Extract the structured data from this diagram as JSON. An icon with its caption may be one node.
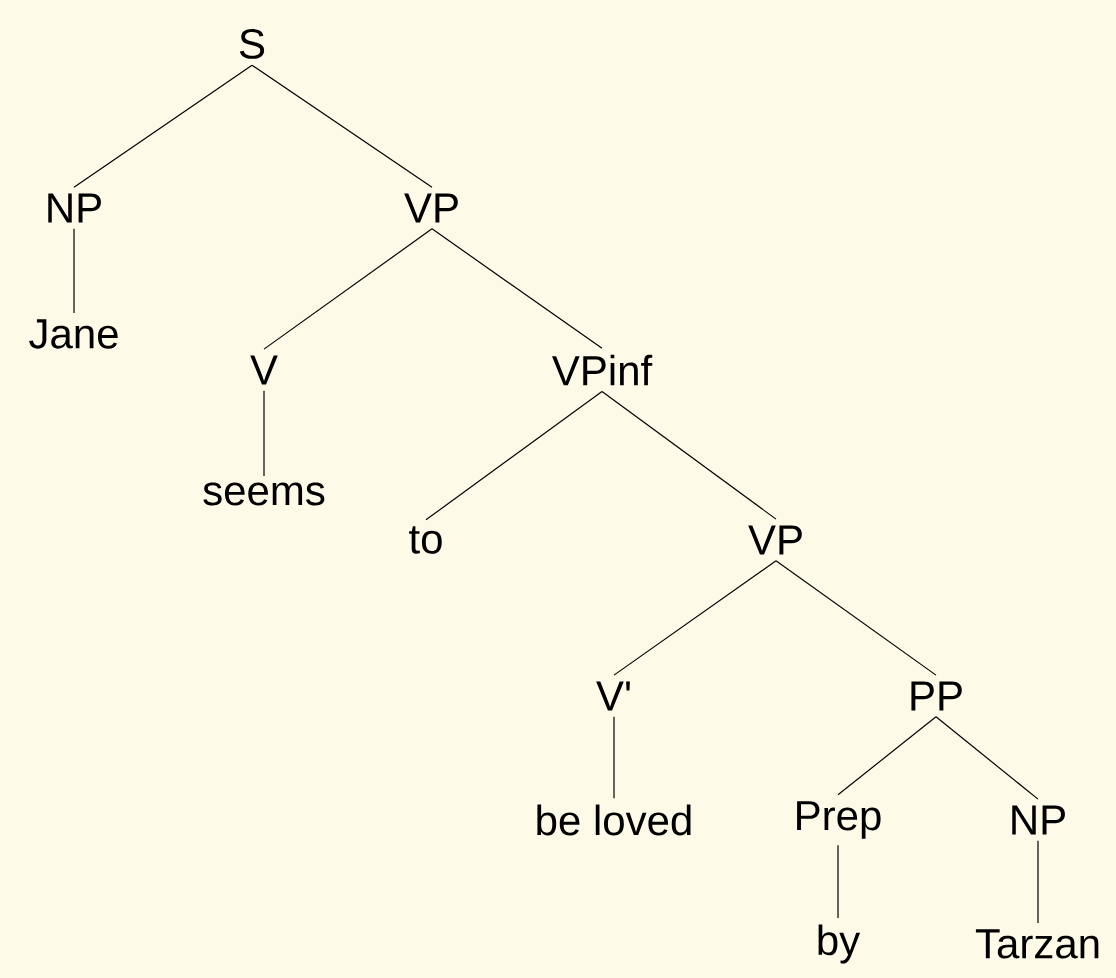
{
  "diagram": {
    "nodes": [
      {
        "text": [
          "S"
        ]
      },
      {
        "text": [
          "NP"
        ]
      },
      {
        "text": [
          "VP"
        ]
      },
      {
        "text": [
          "Jane"
        ]
      },
      {
        "text": [
          "V"
        ]
      },
      {
        "text": [
          "VPinf"
        ]
      },
      {
        "text": [
          "seems"
        ]
      },
      {
        "text": [
          "to"
        ]
      },
      {
        "text": [
          "VP"
        ]
      },
      {
        "text": [
          "V'"
        ]
      },
      {
        "text": [
          "PP"
        ]
      },
      {
        "text": [
          "be loved"
        ]
      },
      {
        "text": [
          "Prep"
        ]
      },
      {
        "text": [
          "NP"
        ]
      },
      {
        "text": [
          "by"
        ]
      },
      {
        "text": [
          "Tarzan"
        ]
      }
    ],
    "edges": [
      {
        "from": 0,
        "to": 1,
        "arrow": "none"
      },
      {
        "from": 0,
        "to": 2,
        "arrow": "none"
      },
      {
        "from": 1,
        "to": 3,
        "arrow": "none"
      },
      {
        "from": 2,
        "to": 4,
        "arrow": "none"
      },
      {
        "from": 2,
        "to": 5,
        "arrow": "none"
      },
      {
        "from": 4,
        "to": 6,
        "arrow": "none"
      },
      {
        "from": 5,
        "to": 7,
        "arrow": "none"
      },
      {
        "from": 5,
        "to": 8,
        "arrow": "none"
      },
      {
        "from": 8,
        "to": 9,
        "arrow": "none"
      },
      {
        "from": 8,
        "to": 10,
        "arrow": "none"
      },
      {
        "from": 9,
        "to": 11,
        "arrow": "none"
      },
      {
        "from": 10,
        "to": 12,
        "arrow": "none"
      },
      {
        "from": 10,
        "to": 13,
        "arrow": "none"
      },
      {
        "from": 12,
        "to": 14,
        "arrow": "none"
      },
      {
        "from": 13,
        "to": 15,
        "arrow": "none"
      }
    ]
  }
}
